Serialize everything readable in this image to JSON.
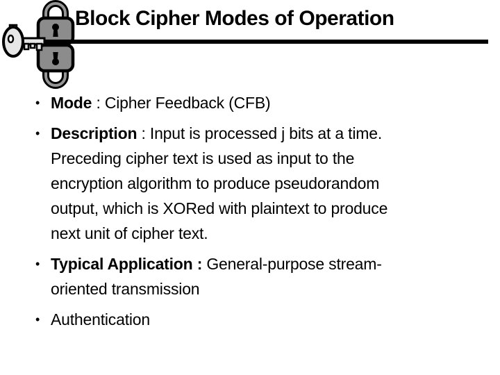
{
  "slide": {
    "title": "Block Cipher Modes of Operation",
    "bullet_glyph": "•",
    "bullets": [
      {
        "bold": "Mode",
        "rest": " : Cipher Feedback (CFB)"
      },
      {
        "bold": "Description",
        "rest": " : Input is processed j bits at a time.\nPreceding cipher text is used as input to the\nencryption algorithm to produce pseudorandom\noutput, which is XORed with plaintext to produce\nnext unit of cipher text."
      },
      {
        "bold": "Typical Application :",
        "rest": " General-purpose stream-\noriented transmission"
      },
      {
        "bold": "",
        "rest": "Authentication"
      }
    ],
    "icons": [
      "padlock-icon",
      "padlock-upside-down-icon",
      "key-icon"
    ],
    "colors": {
      "background": "#ffffff",
      "text": "#000000",
      "title_rule": "#000000",
      "lock_body": "#8c8c8c",
      "shackle_gray": "#969696",
      "key_fill": "#e6e6e6"
    }
  }
}
